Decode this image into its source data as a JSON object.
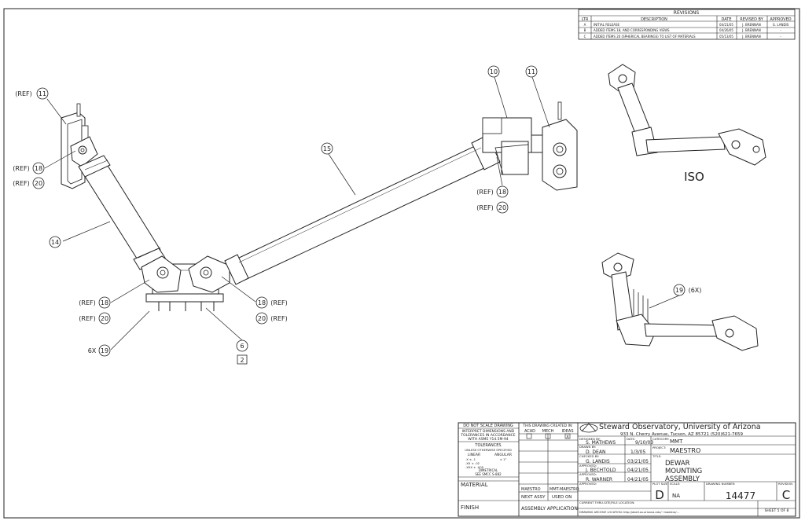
{
  "revisions": {
    "title": "REVISIONS",
    "headers": [
      "LTR",
      "DESCRIPTION",
      "DATE",
      "REVISED BY",
      "APPROVED"
    ],
    "rows": [
      [
        "A",
        "INITIAL RELEASE",
        "04/21/05",
        "J. BRENNAN",
        "G. LANDIS"
      ],
      [
        "B",
        "ADDED ITEMS 18, AND CORRESPONDING VIEWS",
        "04/26/05",
        "J. BRENNAN",
        "-"
      ],
      [
        "C",
        "ADDED ITEMS 20 (SPHERICAL BEARINGS) TO LIST OF MATERIALS",
        "05/13/05",
        "J. BRENNAN",
        "-"
      ]
    ]
  },
  "callouts": {
    "ref11": "(REF)",
    "n11": "11",
    "ref18a": "(REF)",
    "n18a": "18",
    "ref20a": "(REF)",
    "n20a": "20",
    "n14": "14",
    "ref18b": "(REF)",
    "n18b": "18",
    "ref20b": "(REF)",
    "n20b": "20",
    "x19a": "6X",
    "n19a": "19",
    "n18c": "18",
    "ref18c": "(REF)",
    "n20c": "20",
    "ref20c": "(REF)",
    "n6": "6",
    "q6": "2",
    "n15": "15",
    "n10": "10",
    "n11b": "11",
    "ref18d": "(REF)",
    "n18d": "18",
    "ref20d": "(REF)",
    "n20d": "20",
    "n19b": "19",
    "x19b": "(6X)",
    "iso": "ISO"
  },
  "title_block": {
    "noscale": "DO NOT SCALE DRAWING",
    "interpret": [
      "INTERPRET DIMENSIONS AND",
      "TOLERANCES IN ACCORDANCE",
      "WITH ASME Y14.5M-94"
    ],
    "tolerances": "TOLERANCES",
    "unless": "UNLESS OTHERWISE SPECIFIED",
    "linear": "LINEAR",
    "angular": "ANGULAR",
    "lin_vals": [
      ".X ± .1",
      ".XX ± .02",
      ".XXX ± .005"
    ],
    "ang_val": "± 1°",
    "dimetrical": "DIMETRICAL",
    "see": "SEE SMCC S-882",
    "material": "MATERIAL",
    "finish": "FINISH",
    "created_in": "THIS DRAWING CREATED IN:",
    "created_opts": [
      "ACAD",
      "MECH",
      "IDEAS"
    ],
    "created_mark": "X",
    "maestro": "MAESTRO",
    "mmt_maestro": "MMT-MAESTRO",
    "next_assy": "NEXT ASSY",
    "used_on": "USED ON",
    "assembly_app": "ASSEMBLY APPLICATION",
    "org": "Steward Observatory, University of Arizona",
    "address": "933 N. Cherry Avenue, Tucson, AZ 85721  (520)621-7659",
    "designed_lbl": "DESIGNED BY:",
    "designed": "S. MATHEWS",
    "date_lbl": "DATE:",
    "designed_date": "9/10/03",
    "drawn_lbl": "DRAWN BY:",
    "drawn": "D. DEAN",
    "drawn_date": "1/3/05",
    "checked_lbl": "CHECKED BY:",
    "checked": "G. LANDIS",
    "checked_date": "03/21/05",
    "appr1_lbl": "APPROVED:",
    "appr1": "J. BECHTOLD",
    "appr1_date": "04/21/05",
    "appr2_lbl": "APPROVED:",
    "appr2": "R. WARNER",
    "appr2_date": "04/21/05",
    "appr3_lbl": "APPROVED:",
    "category_lbl": "CATEGORY:",
    "category": "MMT",
    "project_lbl": "PROJECT:",
    "project": "MAESTRO",
    "title_lbl": "TITLE:",
    "title": [
      "DEWAR",
      "MOUNTING",
      "ASSEMBLY"
    ],
    "size_lbl": "PLOT SIZE",
    "size": "D",
    "scale_lbl": "SCALE:",
    "scale": "NA",
    "dwg_lbl": "DRAWING NUMBER:",
    "dwg": "14477",
    "rev_lbl": "REVISION",
    "rev": "C",
    "current_loc": "CURRENT THRU-SITE/FILE LOCATION:",
    "archive": "DRAWING ARCHIVE LOCATION: http://abell.as.arizona.edu/~maestro/...",
    "sheet": "SHEET 5 OF 8"
  }
}
